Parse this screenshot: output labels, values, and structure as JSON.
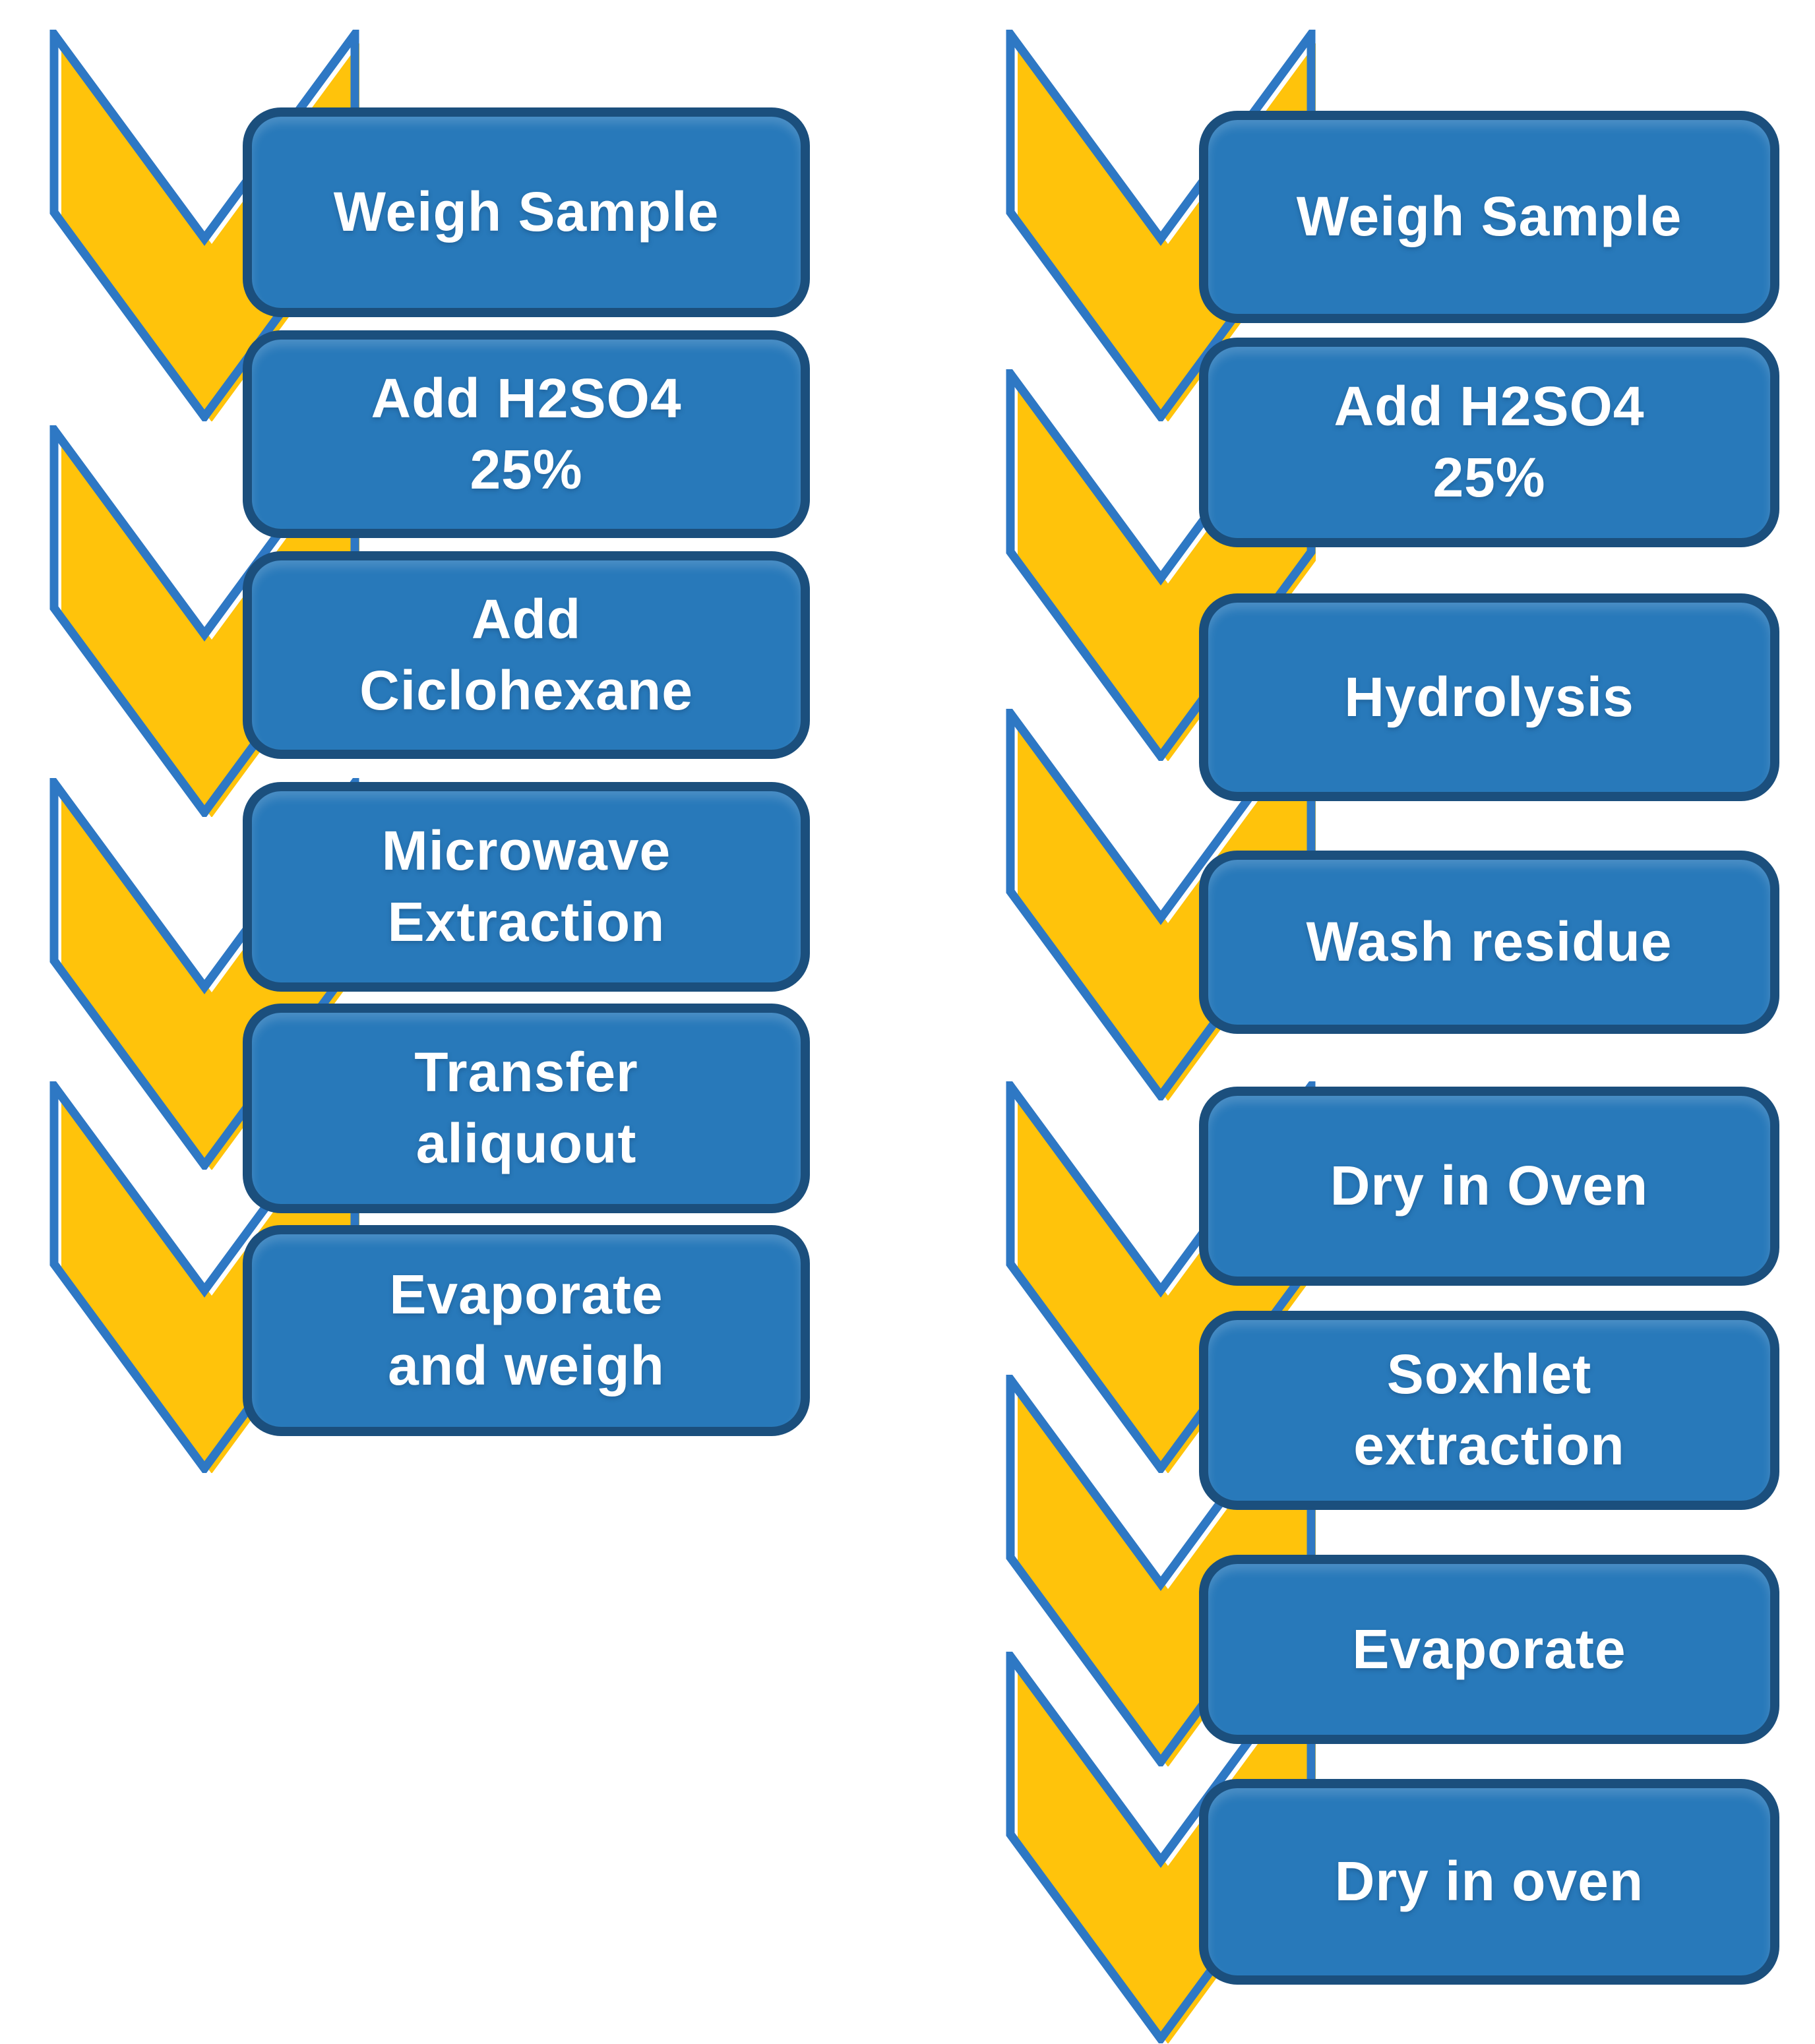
{
  "diagram": {
    "colors": {
      "background": "#FFFFFF",
      "box_fill": "#2879BA",
      "box_border": "#1B4F7D",
      "chevron_fill": "#FFC30B",
      "chevron_border": "#2E78C4",
      "step_text": "#FFFFFF"
    },
    "columns": [
      {
        "steps": [
          "Weigh Sample",
          "Add H2SO4\n25%",
          "Add\nCiclohexane",
          "Microwave\nExtraction",
          "Transfer\naliquout",
          "Evaporate\nand weigh"
        ]
      },
      {
        "steps": [
          "Weigh Sample",
          "Add H2SO4\n25%",
          "Hydrolysis",
          "Wash  residue",
          "Dry in Oven",
          "Soxhlet\nextraction",
          "Evaporate",
          "Dry in oven"
        ]
      }
    ]
  }
}
